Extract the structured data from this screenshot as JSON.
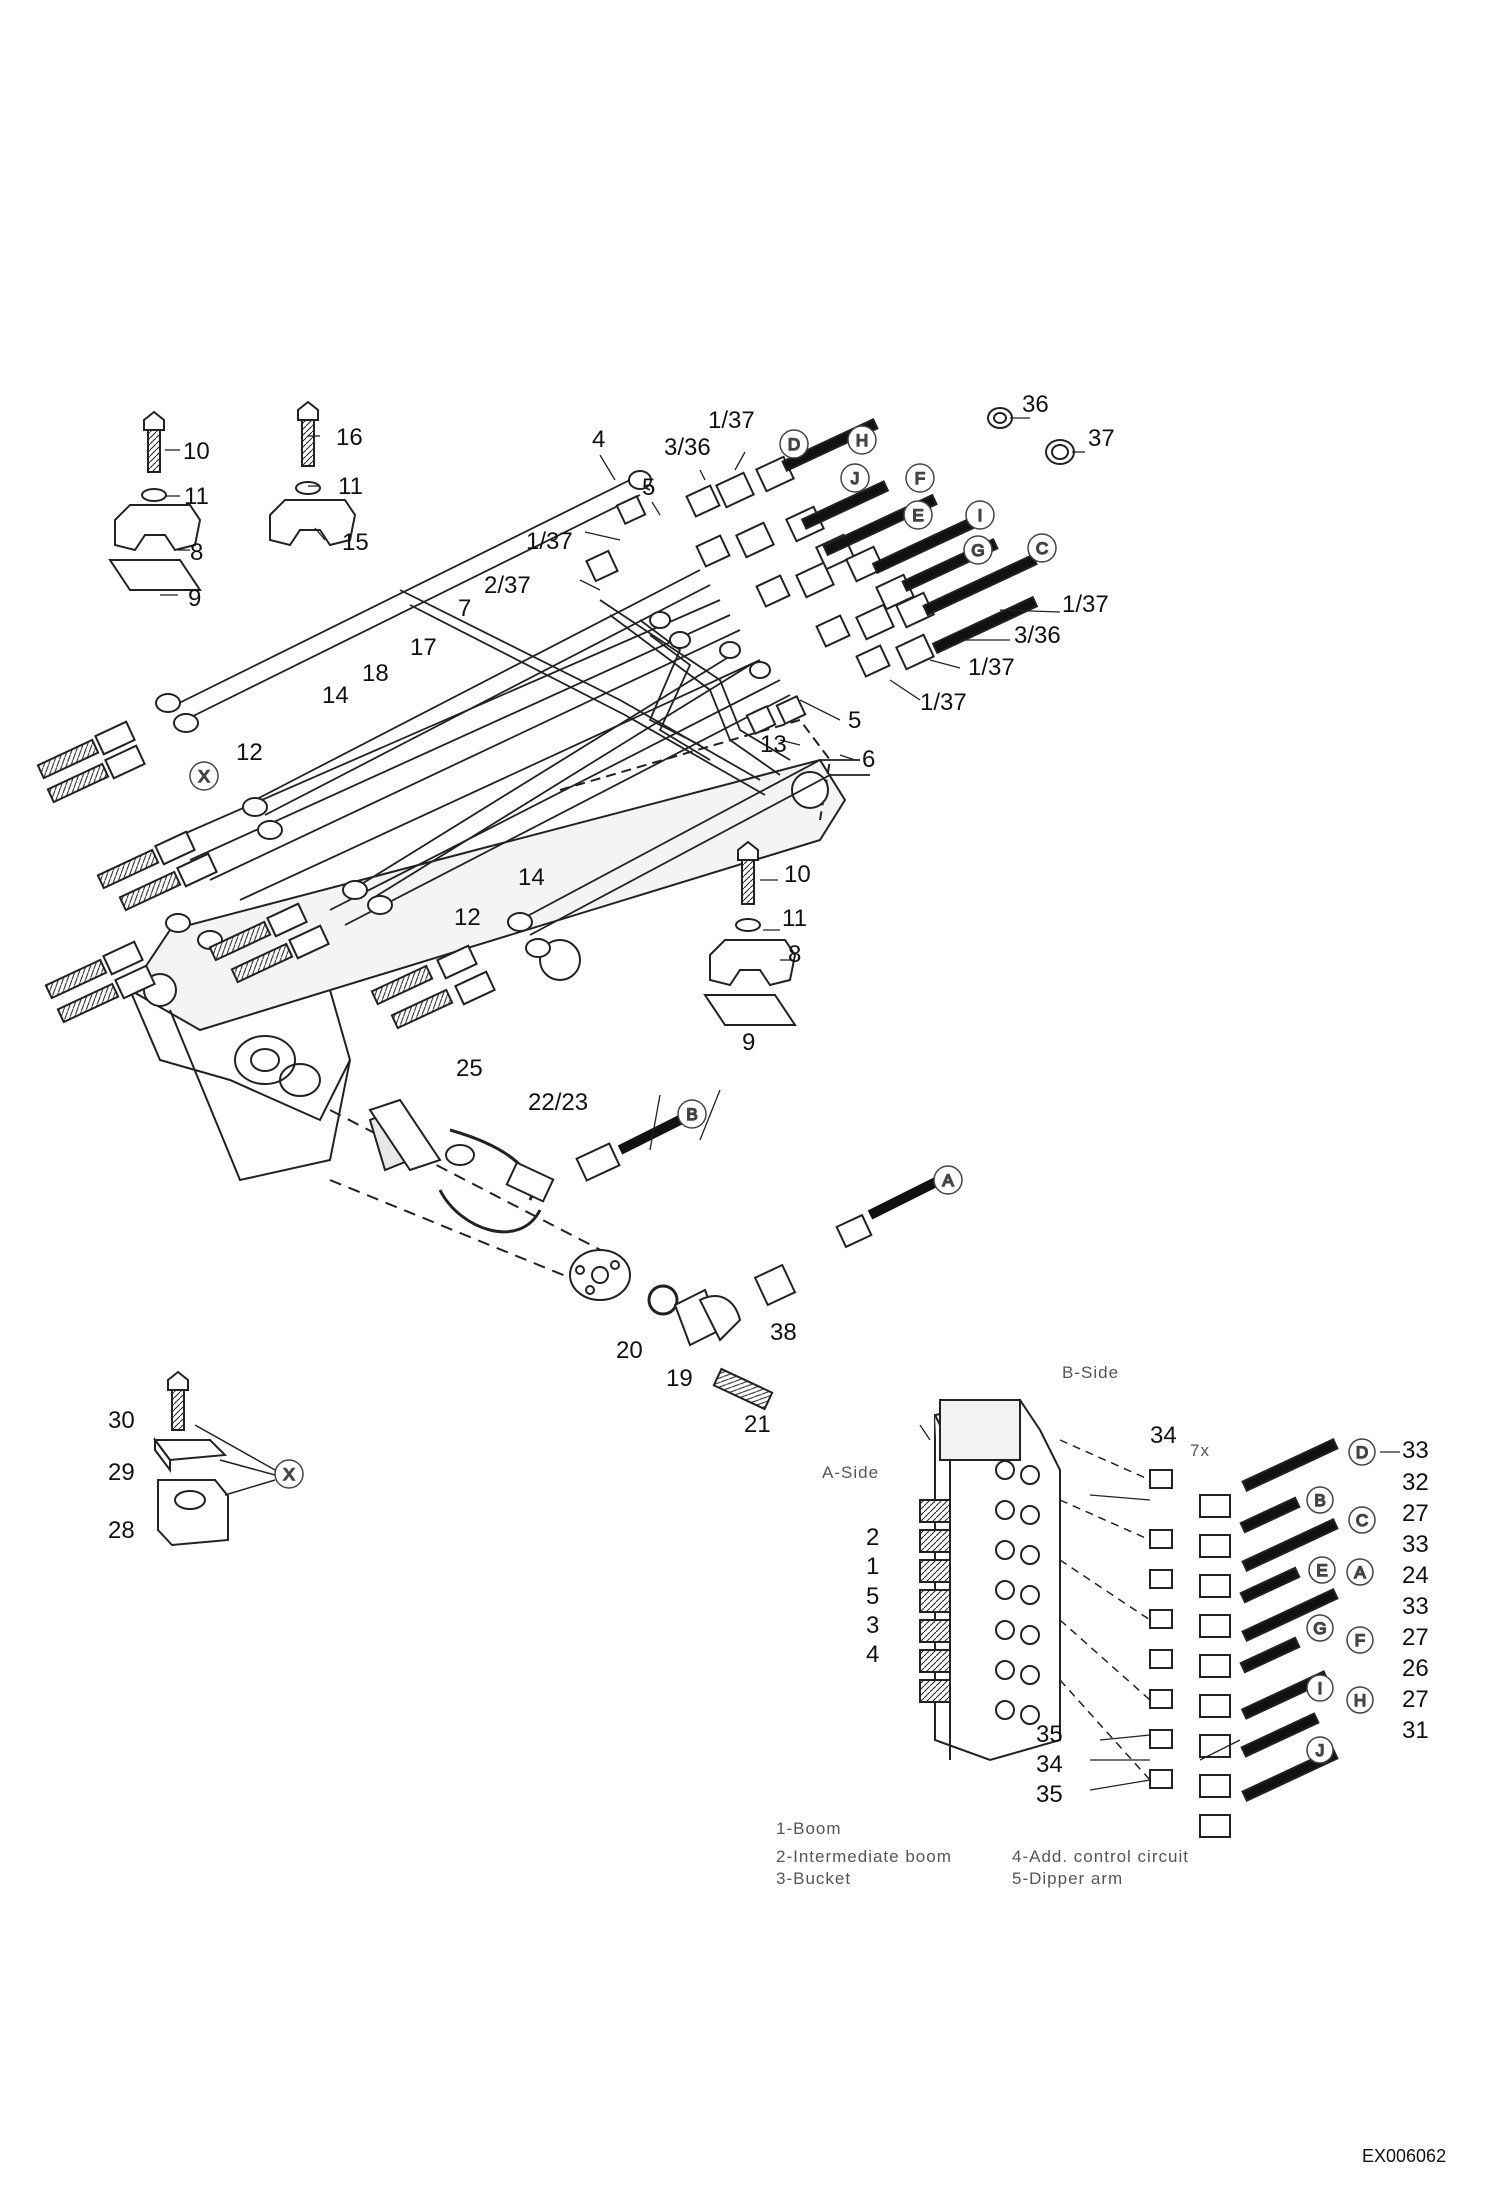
{
  "drawing_code": "EX006062",
  "side_labels": {
    "a_side": "A-Side",
    "b_side": "B-Side",
    "multiplier": "7x"
  },
  "legend": [
    "1-Boom",
    "2-Intermediate boom",
    "3-Bucket",
    "4-Add. control circuit",
    "5-Dipper arm"
  ],
  "circled_markers": {
    "D": "D",
    "H": "H",
    "J": "J",
    "F": "F",
    "E": "E",
    "I": "I",
    "G": "G",
    "C": "C",
    "B": "B",
    "A": "A",
    "X": "X"
  },
  "callouts": [
    "10",
    "16",
    "11",
    "11",
    "8",
    "15",
    "9",
    "4",
    "5",
    "3/36",
    "1/37",
    "1/37",
    "2/37",
    "7",
    "17",
    "18",
    "14",
    "12",
    "X",
    "1/37",
    "3/36",
    "1/37",
    "1/37",
    "5",
    "13",
    "6",
    "36",
    "37",
    "10",
    "11",
    "8",
    "14",
    "12",
    "9",
    "25",
    "22/23",
    "20",
    "19",
    "21",
    "38",
    "30",
    "29",
    "28",
    "34",
    "33",
    "32",
    "27",
    "33",
    "24",
    "33",
    "27",
    "26",
    "27",
    "31",
    "2",
    "1",
    "5",
    "3",
    "4",
    "35",
    "34",
    "35"
  ]
}
